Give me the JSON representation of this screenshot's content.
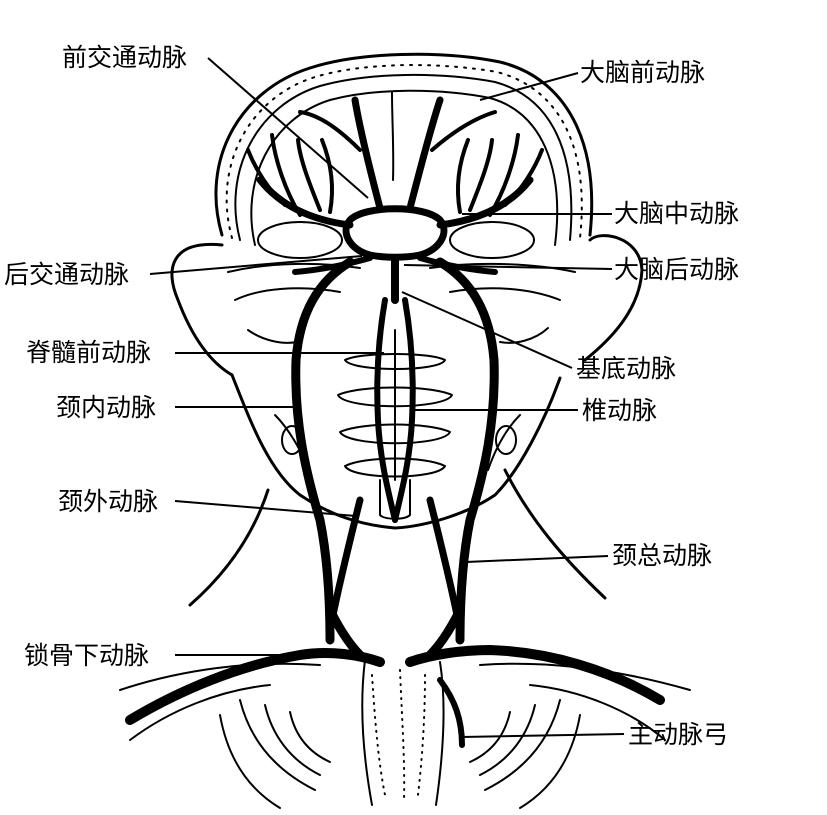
{
  "labels": {
    "anterior_communicating": "前交通动脉",
    "anterior_cerebral": "大脑前动脉",
    "middle_cerebral": "大脑中动脉",
    "posterior_communicating": "后交通动脉",
    "posterior_cerebral": "大脑后动脉",
    "anterior_spinal": "脊髓前动脉",
    "basilar": "基底动脉",
    "internal_carotid": "颈内动脉",
    "vertebral": "椎动脉",
    "external_carotid": "颈外动脉",
    "common_carotid": "颈总动脉",
    "subclavian": "锁骨下动脉",
    "aortic_arch": "主动脉弓"
  }
}
